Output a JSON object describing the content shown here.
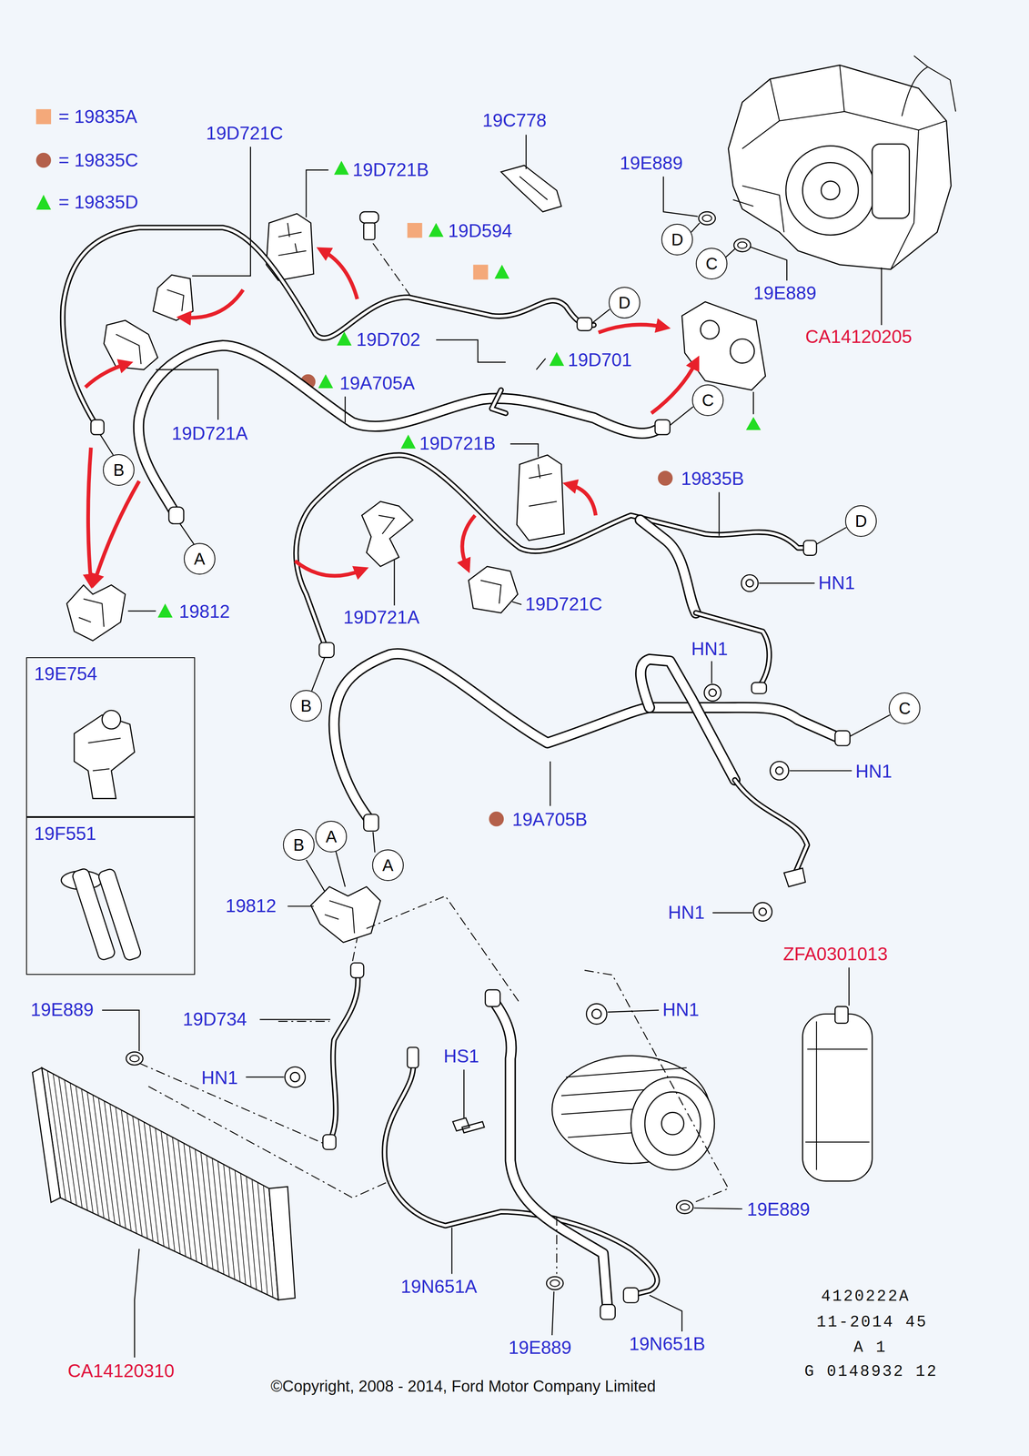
{
  "diagram": {
    "caption": "©Copyright, 2008 - 2014, Ford Motor Company Limited",
    "nodes": [
      {
        "text": [
          "D"
        ]
      },
      {
        "text": [
          "C"
        ]
      },
      {
        "text": [
          "D"
        ]
      },
      {
        "text": [
          "C"
        ]
      },
      {
        "text": [
          "B"
        ]
      },
      {
        "text": [
          "D"
        ]
      },
      {
        "text": [
          "A"
        ]
      },
      {
        "text": [
          "19E754"
        ]
      },
      {
        "text": [
          "B"
        ]
      },
      {
        "text": [
          "C"
        ]
      },
      {
        "text": [
          "19F551"
        ]
      },
      {
        "text": [
          "A"
        ]
      },
      {
        "text": [
          "B"
        ]
      },
      {
        "text": [
          "A"
        ]
      }
    ],
    "labels": [
      "19D721C",
      "19D721B",
      "19C778",
      "19E889",
      "19D594",
      "19E889",
      "CA14120205",
      "19D702",
      "19D701",
      "19A705A",
      "19D721A",
      "19D721B",
      "19835B",
      "HN1",
      "19812",
      "19D721C",
      "19D721A",
      "HN1",
      "HN1",
      "19A705B",
      "19812",
      "HN1",
      "ZFA0301013",
      "19E889",
      "HN1",
      "19D734",
      "HS1",
      "HN1",
      "19E889",
      "19N651A",
      "4120222A",
      "11-2014 45",
      "19N651B",
      "19E889",
      "A 1",
      "CA14120310",
      "G 0148932 12"
    ],
    "legend": [
      {
        "text": "= 19835A",
        "color": "#f4a97a"
      },
      {
        "text": "= 19835C",
        "color": "#b4604a"
      },
      {
        "text": "= 19835D",
        "color": "#22dd22"
      }
    ]
  }
}
